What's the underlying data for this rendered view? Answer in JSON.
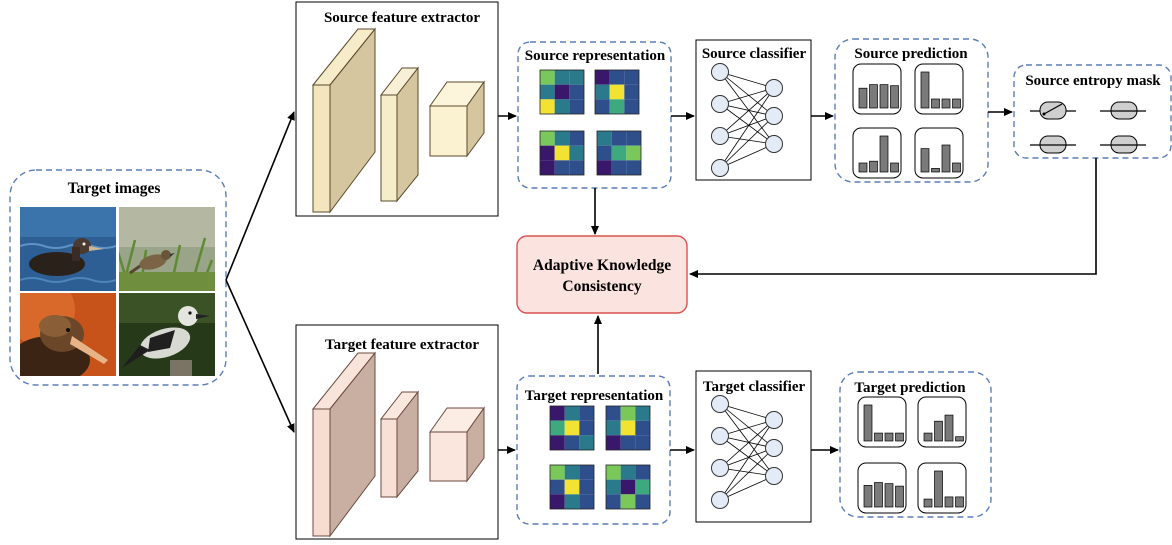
{
  "target_images": {
    "title": "Target images",
    "photos": [
      "albatross-on-water",
      "sparrow-on-grass",
      "albatross-closeup",
      "nutcracker-bird"
    ]
  },
  "source_branch": {
    "extractor_label": "Source feature extractor",
    "representation_label": "Source representation",
    "classifier_label": "Source classifier",
    "prediction_label": "Source prediction",
    "entropy_mask_label": "Source entropy mask"
  },
  "target_branch": {
    "extractor_label": "Target feature extractor",
    "representation_label": "Target  representation",
    "classifier_label": "Target classifier",
    "prediction_label": "Target prediction"
  },
  "consistency": {
    "line1": "Adaptive Knowledge",
    "line2": "Consistency"
  },
  "colors": {
    "source_cube": "#fbf2d2",
    "source_cube_edge": "#5a4a2a",
    "target_cube": "#f8e0d6",
    "dashed_border": "#5b7db8",
    "consistency_fill": "#fbe3df",
    "consistency_border": "#d9534f",
    "bar_fill": "#7a7a7a",
    "node_fill": "#e3ebf7",
    "mask_fill": "#cfcfcf"
  },
  "heatmap_palette": [
    "#39186b",
    "#2f4f8c",
    "#2a7a8c",
    "#3ea87f",
    "#7bc85a",
    "#f2e332"
  ],
  "source_heatmaps": [
    [
      [
        4,
        2,
        2
      ],
      [
        2,
        0,
        1
      ],
      [
        5,
        2,
        1
      ]
    ],
    [
      [
        0,
        1,
        1
      ],
      [
        2,
        5,
        1
      ],
      [
        1,
        3,
        1
      ]
    ],
    [
      [
        4,
        2,
        1
      ],
      [
        0,
        5,
        2
      ],
      [
        0,
        1,
        1
      ]
    ],
    [
      [
        2,
        1,
        1
      ],
      [
        1,
        3,
        4
      ],
      [
        0,
        1,
        1
      ]
    ]
  ],
  "target_heatmaps": [
    [
      [
        0,
        2,
        1
      ],
      [
        3,
        5,
        1
      ],
      [
        0,
        1,
        2
      ]
    ],
    [
      [
        1,
        4,
        2
      ],
      [
        2,
        5,
        1
      ],
      [
        0,
        1,
        1
      ]
    ],
    [
      [
        4,
        2,
        1
      ],
      [
        1,
        5,
        1
      ],
      [
        0,
        2,
        1
      ]
    ],
    [
      [
        4,
        2,
        1
      ],
      [
        2,
        0,
        3
      ],
      [
        1,
        4,
        1
      ]
    ]
  ],
  "source_prediction_bars": [
    [
      0.55,
      0.65,
      0.65,
      0.62
    ],
    [
      1.0,
      0.25,
      0.25,
      0.25
    ],
    [
      0.25,
      0.3,
      1.0,
      0.25
    ],
    [
      0.65,
      0.1,
      0.75,
      0.25
    ]
  ],
  "target_prediction_bars": [
    [
      1.0,
      0.22,
      0.22,
      0.22
    ],
    [
      0.22,
      0.55,
      0.72,
      0.12
    ],
    [
      0.6,
      0.68,
      0.65,
      0.58
    ],
    [
      0.22,
      1.0,
      0.28,
      0.28
    ]
  ],
  "source_entropy_mask": [
    "switch-open",
    "switch-closed",
    "switch-closed",
    "switch-closed"
  ]
}
